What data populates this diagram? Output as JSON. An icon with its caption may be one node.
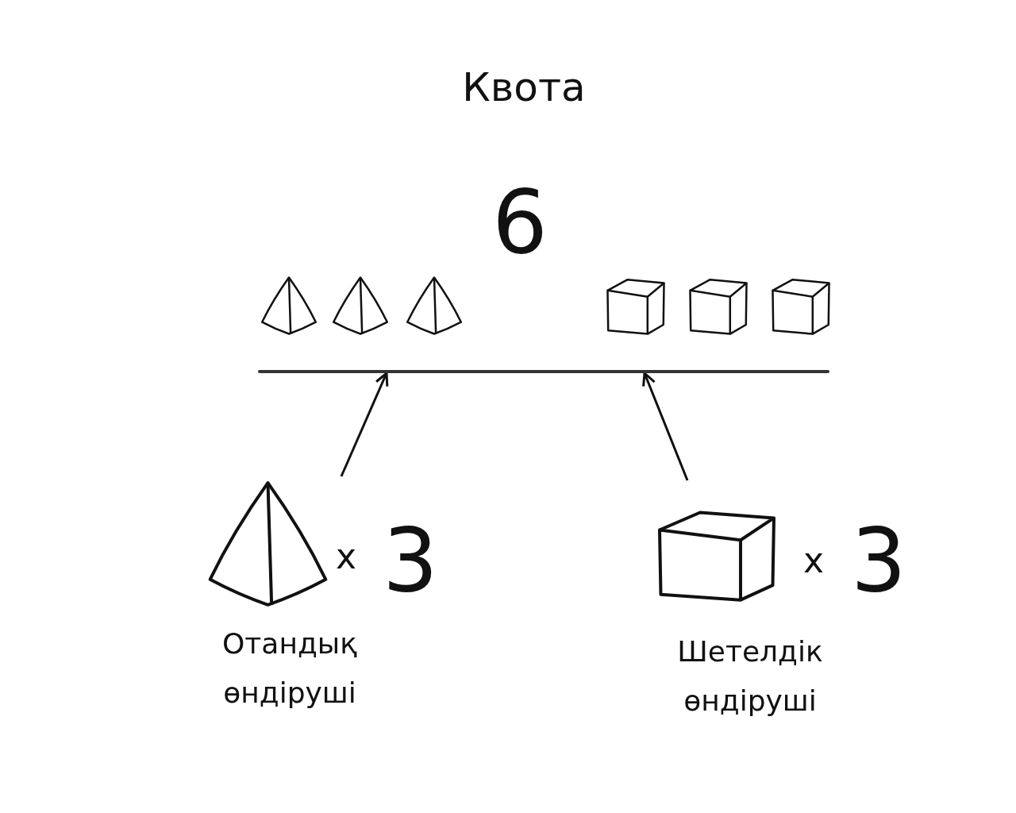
{
  "diagram": {
    "title": "Квота",
    "nodes": [
      {
        "text": [],
        "shape": "bar"
      },
      {
        "text": [
          "Отандық өндіруші"
        ],
        "beside": [
          "x",
          "3"
        ]
      },
      {
        "text": [
          "Шетелдік өндіруші"
        ],
        "beside": [
          "x",
          "3"
        ]
      }
    ],
    "edges": [
      {
        "from": 1,
        "to": 0,
        "arrow": "to"
      },
      {
        "from": 2,
        "to": 0,
        "arrow": "to"
      }
    ],
    "labels": [
      "6"
    ]
  }
}
